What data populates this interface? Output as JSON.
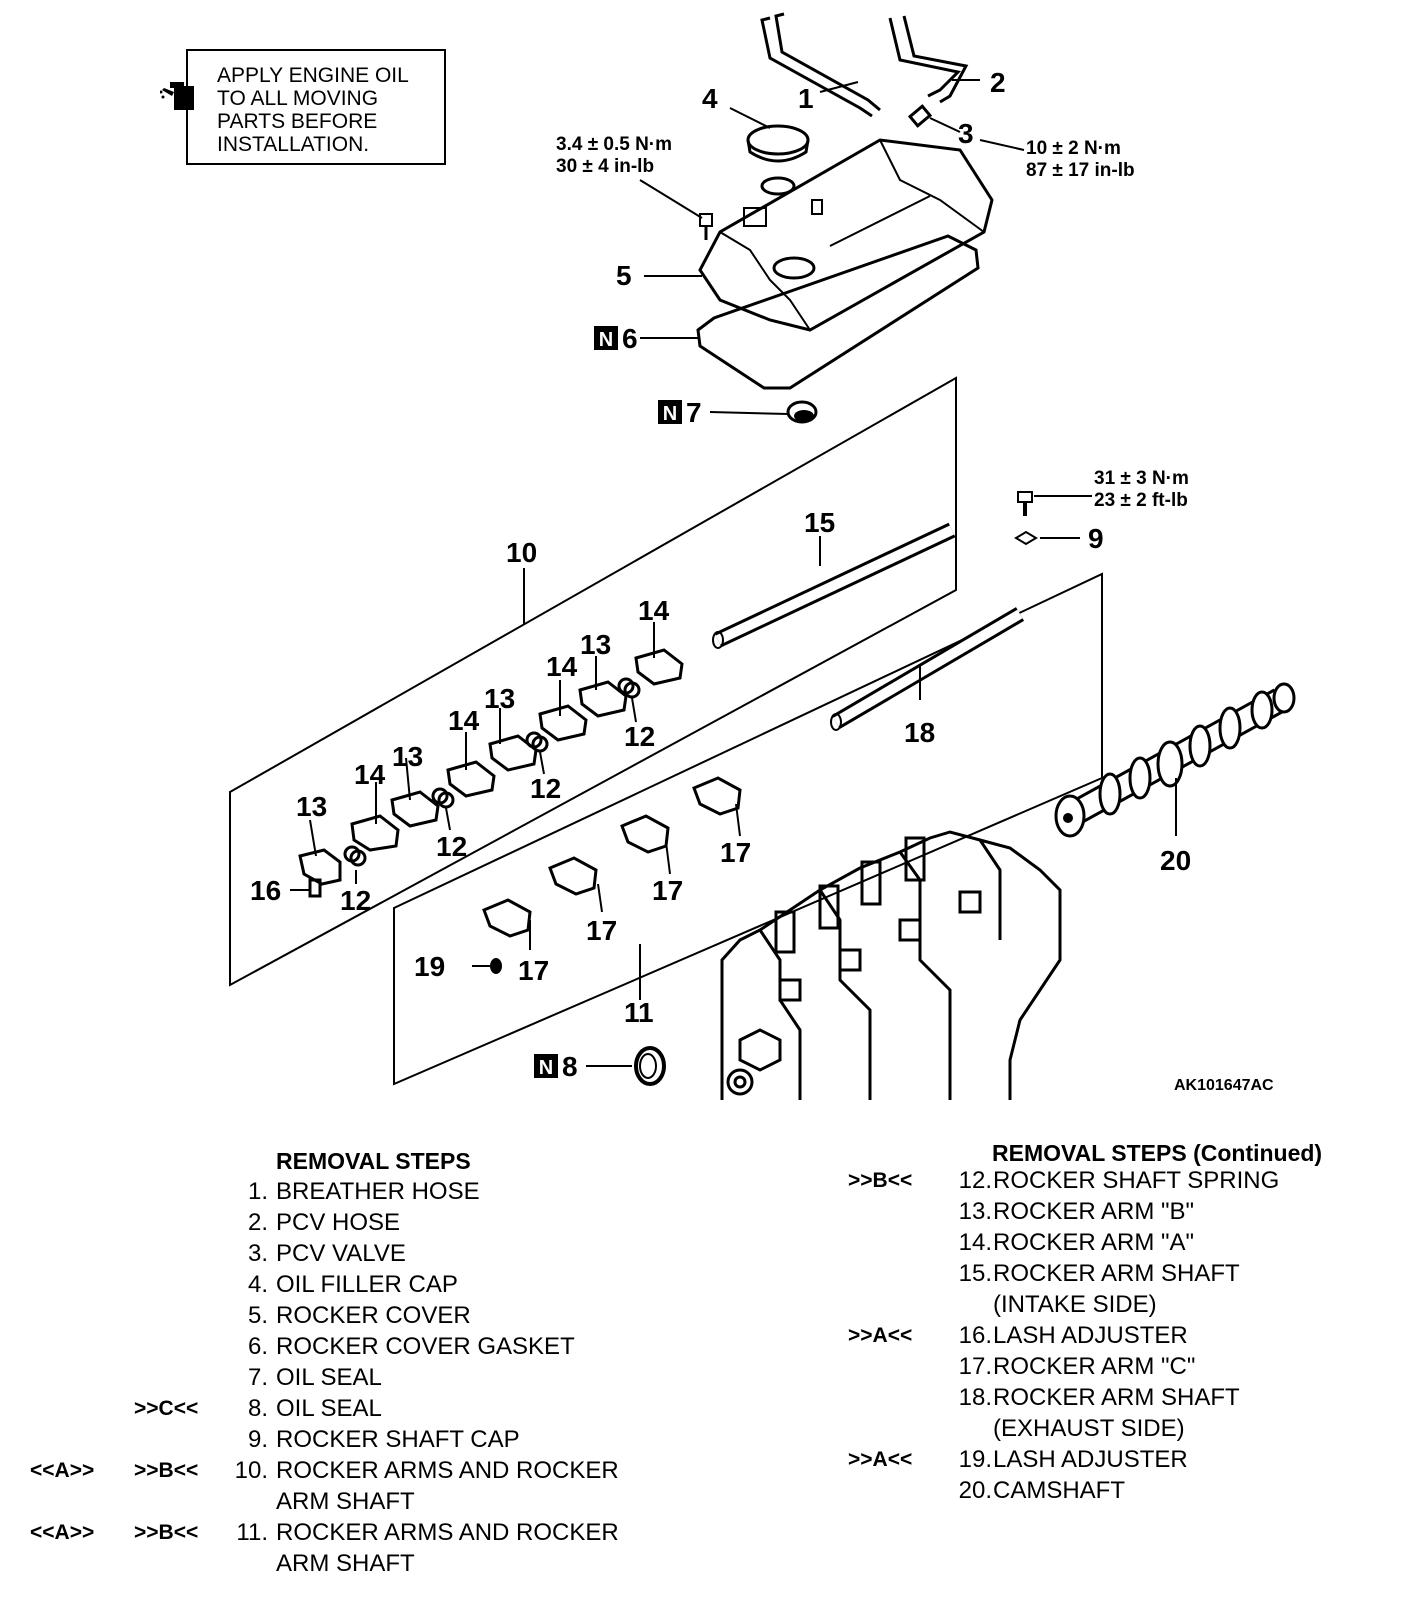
{
  "note": {
    "text": "APPLY ENGINE OIL\nTO ALL MOVING\nPARTS BEFORE\nINSTALLATION.",
    "icon": "oil-can-icon"
  },
  "callouts": {
    "c1": "1",
    "c2": "2",
    "c3": "3",
    "c4": "4",
    "c5": "5",
    "c6": "6",
    "c7": "7",
    "c8": "8",
    "c9": "9",
    "c10": "10",
    "c11": "11",
    "c15": "15",
    "c16": "16",
    "c18": "18",
    "c19": "19",
    "c20": "20",
    "c12": "12",
    "c13": "13",
    "c14": "14",
    "c17": "17",
    "new_mark": "N"
  },
  "torques": {
    "t_a1": "3.4 ± 0.5 N·m",
    "t_a2": "30 ± 4 in-lb",
    "t_b1": "10 ± 2 N·m",
    "t_b2": "87 ± 17 in-lb",
    "t_c1": "31 ± 3 N·m",
    "t_c2": "23 ± 2 ft-lb"
  },
  "figure_code": "AK101647AC",
  "removal_steps": {
    "heading": "REMOVAL STEPS",
    "heading_continued": "REMOVAL STEPS (Continued)",
    "left": [
      {
        "num": "1.",
        "text": "BREATHER HOSE",
        "mark_a": "",
        "mark_b": ""
      },
      {
        "num": "2.",
        "text": "PCV HOSE",
        "mark_a": "",
        "mark_b": ""
      },
      {
        "num": "3.",
        "text": "PCV VALVE",
        "mark_a": "",
        "mark_b": ""
      },
      {
        "num": "4.",
        "text": "OIL FILLER CAP",
        "mark_a": "",
        "mark_b": ""
      },
      {
        "num": "5.",
        "text": "ROCKER COVER",
        "mark_a": "",
        "mark_b": ""
      },
      {
        "num": "6.",
        "text": "ROCKER COVER GASKET",
        "mark_a": "",
        "mark_b": ""
      },
      {
        "num": "7.",
        "text": "OIL SEAL",
        "mark_a": "",
        "mark_b": ""
      },
      {
        "num": "8.",
        "text": "OIL SEAL",
        "mark_a": "",
        "mark_b": ">>C<<"
      },
      {
        "num": "9.",
        "text": "ROCKER SHAFT CAP",
        "mark_a": "",
        "mark_b": ""
      },
      {
        "num": "10.",
        "text": "ROCKER ARMS AND ROCKER",
        "mark_a": "<<A>>",
        "mark_b": ">>B<<"
      },
      {
        "num": "",
        "text": "ARM SHAFT",
        "mark_a": "",
        "mark_b": ""
      },
      {
        "num": "11.",
        "text": "ROCKER ARMS AND ROCKER",
        "mark_a": "<<A>>",
        "mark_b": ">>B<<"
      },
      {
        "num": "",
        "text": "ARM SHAFT",
        "mark_a": "",
        "mark_b": ""
      }
    ],
    "right": [
      {
        "num": "12.",
        "text": "ROCKER SHAFT SPRING",
        "mark": ">>B<<"
      },
      {
        "num": "13.",
        "text": "ROCKER ARM \"B\"",
        "mark": ""
      },
      {
        "num": "14.",
        "text": "ROCKER ARM \"A\"",
        "mark": ""
      },
      {
        "num": "15.",
        "text": "ROCKER ARM SHAFT",
        "mark": ""
      },
      {
        "num": "",
        "text": "(INTAKE SIDE)",
        "mark": ""
      },
      {
        "num": "16.",
        "text": "LASH ADJUSTER",
        "mark": ">>A<<"
      },
      {
        "num": "17.",
        "text": "ROCKER ARM \"C\"",
        "mark": ""
      },
      {
        "num": "18.",
        "text": "ROCKER ARM SHAFT",
        "mark": ""
      },
      {
        "num": "",
        "text": "(EXHAUST SIDE)",
        "mark": ""
      },
      {
        "num": "19.",
        "text": "LASH ADJUSTER",
        "mark": ">>A<<"
      },
      {
        "num": "20.",
        "text": "CAMSHAFT",
        "mark": ""
      }
    ]
  }
}
